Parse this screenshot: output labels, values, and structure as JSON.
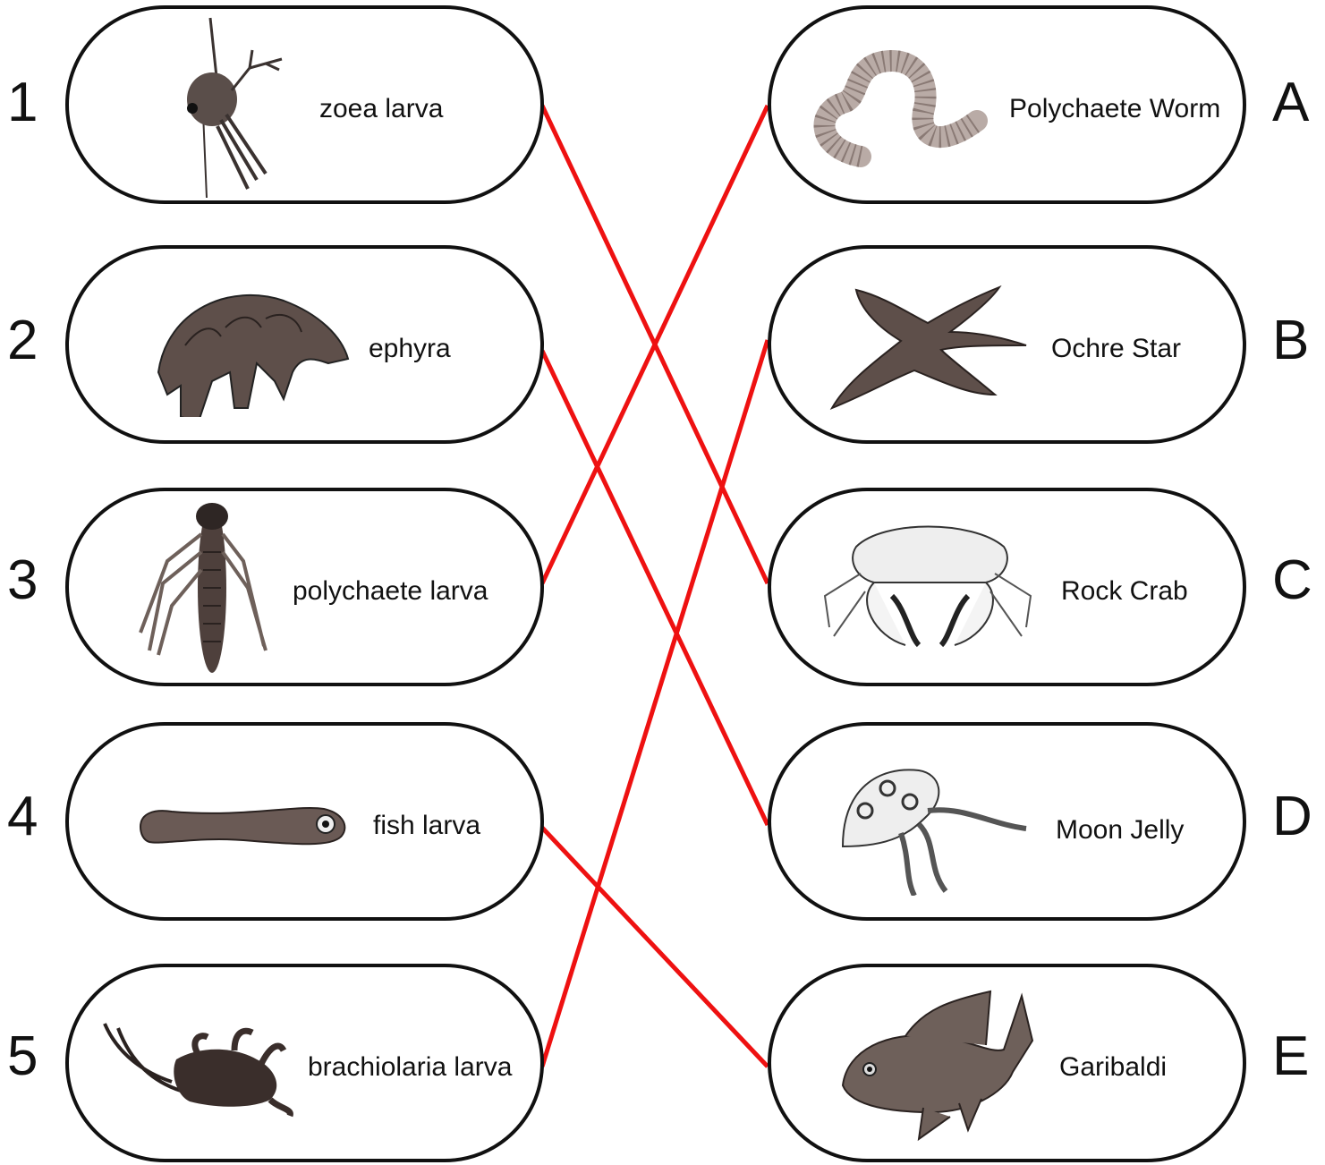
{
  "left_items": [
    {
      "number": "1",
      "label": "zoea larva",
      "icon": "zoea-larva-icon"
    },
    {
      "number": "2",
      "label": "ephyra",
      "icon": "ephyra-icon"
    },
    {
      "number": "3",
      "label": "polychaete larva",
      "icon": "polychaete-larva-icon"
    },
    {
      "number": "4",
      "label": "fish larva",
      "icon": "fish-larva-icon"
    },
    {
      "number": "5",
      "label": "brachiolaria larva",
      "icon": "brachiolaria-larva-icon"
    }
  ],
  "right_items": [
    {
      "letter": "A",
      "label": "Polychaete Worm",
      "icon": "polychaete-worm-icon"
    },
    {
      "letter": "B",
      "label": "Ochre Star",
      "icon": "ochre-star-icon"
    },
    {
      "letter": "C",
      "label": "Rock Crab",
      "icon": "rock-crab-icon"
    },
    {
      "letter": "D",
      "label": "Moon Jelly",
      "icon": "moon-jelly-icon"
    },
    {
      "letter": "E",
      "label": "Garibaldi",
      "icon": "garibaldi-icon"
    }
  ],
  "matches": [
    {
      "from": "1",
      "to": "C"
    },
    {
      "from": "2",
      "to": "D"
    },
    {
      "from": "3",
      "to": "A"
    },
    {
      "from": "4",
      "to": "E"
    },
    {
      "from": "5",
      "to": "B"
    }
  ],
  "colors": {
    "line": "#ee1111",
    "outline": "#111111",
    "art": "#5e4f4a"
  }
}
